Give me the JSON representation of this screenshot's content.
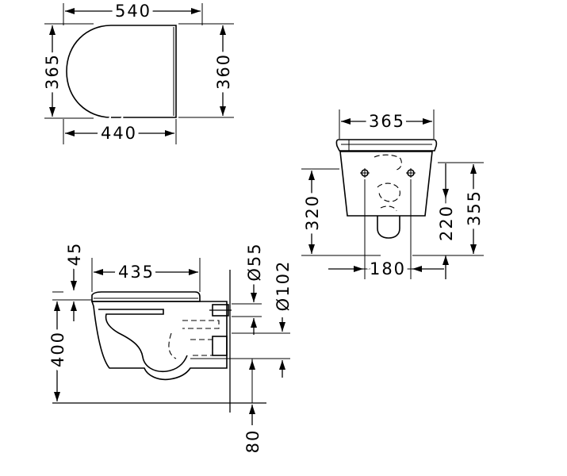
{
  "drawing": {
    "dimensions": {
      "seat_width": "540",
      "seat_depth_left": "365",
      "seat_depth_right": "360",
      "seat_inner_width": "440",
      "front_width": "365",
      "front_height": "320",
      "fixing_spacing": "180",
      "fixing_height": "220",
      "front_overall": "355",
      "side_length": "435",
      "seat_offset": "45",
      "height": "400",
      "floor_gap": "80",
      "inlet_diameter": "Ø55",
      "outlet_diameter": "Ø102"
    }
  }
}
